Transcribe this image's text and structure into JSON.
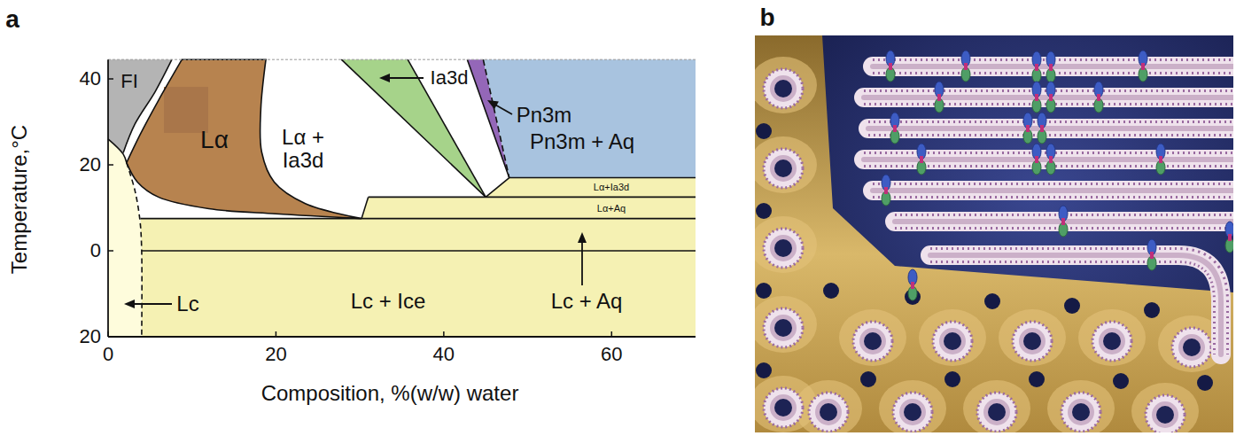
{
  "diagram": {
    "labels": [
      "a",
      "Temperature,°C",
      "40",
      "20",
      "0",
      "20",
      "0",
      "20",
      "40",
      "60",
      "Composition, %(w/w) water",
      "FI",
      "Lα",
      "Lα + Ia3d",
      "Ia3d",
      "Pn3m",
      "Pn3m + Aq",
      "Lα+Ia3d",
      "Lα+Aq",
      "Lc",
      "Lc + Ice",
      "Lc + Aq",
      "b"
    ]
  }
}
